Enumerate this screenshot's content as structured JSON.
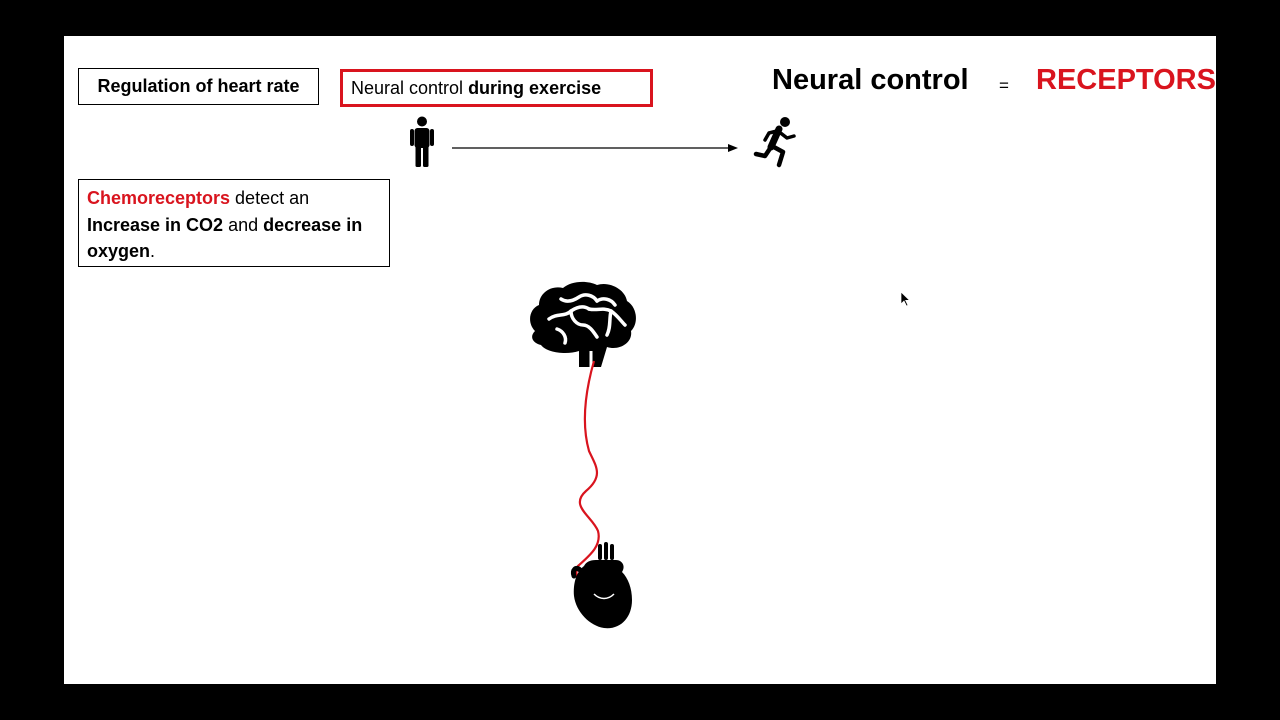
{
  "slide": {
    "title_box": "Regulation of heart rate",
    "subtitle": {
      "normal": "Neural control",
      "bold": "during exercise"
    },
    "heading": {
      "left": "Neural control",
      "equals": "=",
      "right": "RECEPTORS"
    },
    "info": {
      "highlight": "Chemoreceptors",
      "part1": " detect an",
      "bold1": "Increase in  CO2",
      "part2": " and ",
      "bold2": "decrease in oxygen",
      "end": "."
    }
  },
  "colors": {
    "accent_red": "#d9141e",
    "background": "#000000",
    "slide": "#ffffff"
  },
  "icons": [
    "standing-person-icon",
    "arrow-icon",
    "running-person-icon",
    "brain-icon",
    "nerve-line-icon",
    "heart-icon",
    "mouse-cursor-icon"
  ]
}
